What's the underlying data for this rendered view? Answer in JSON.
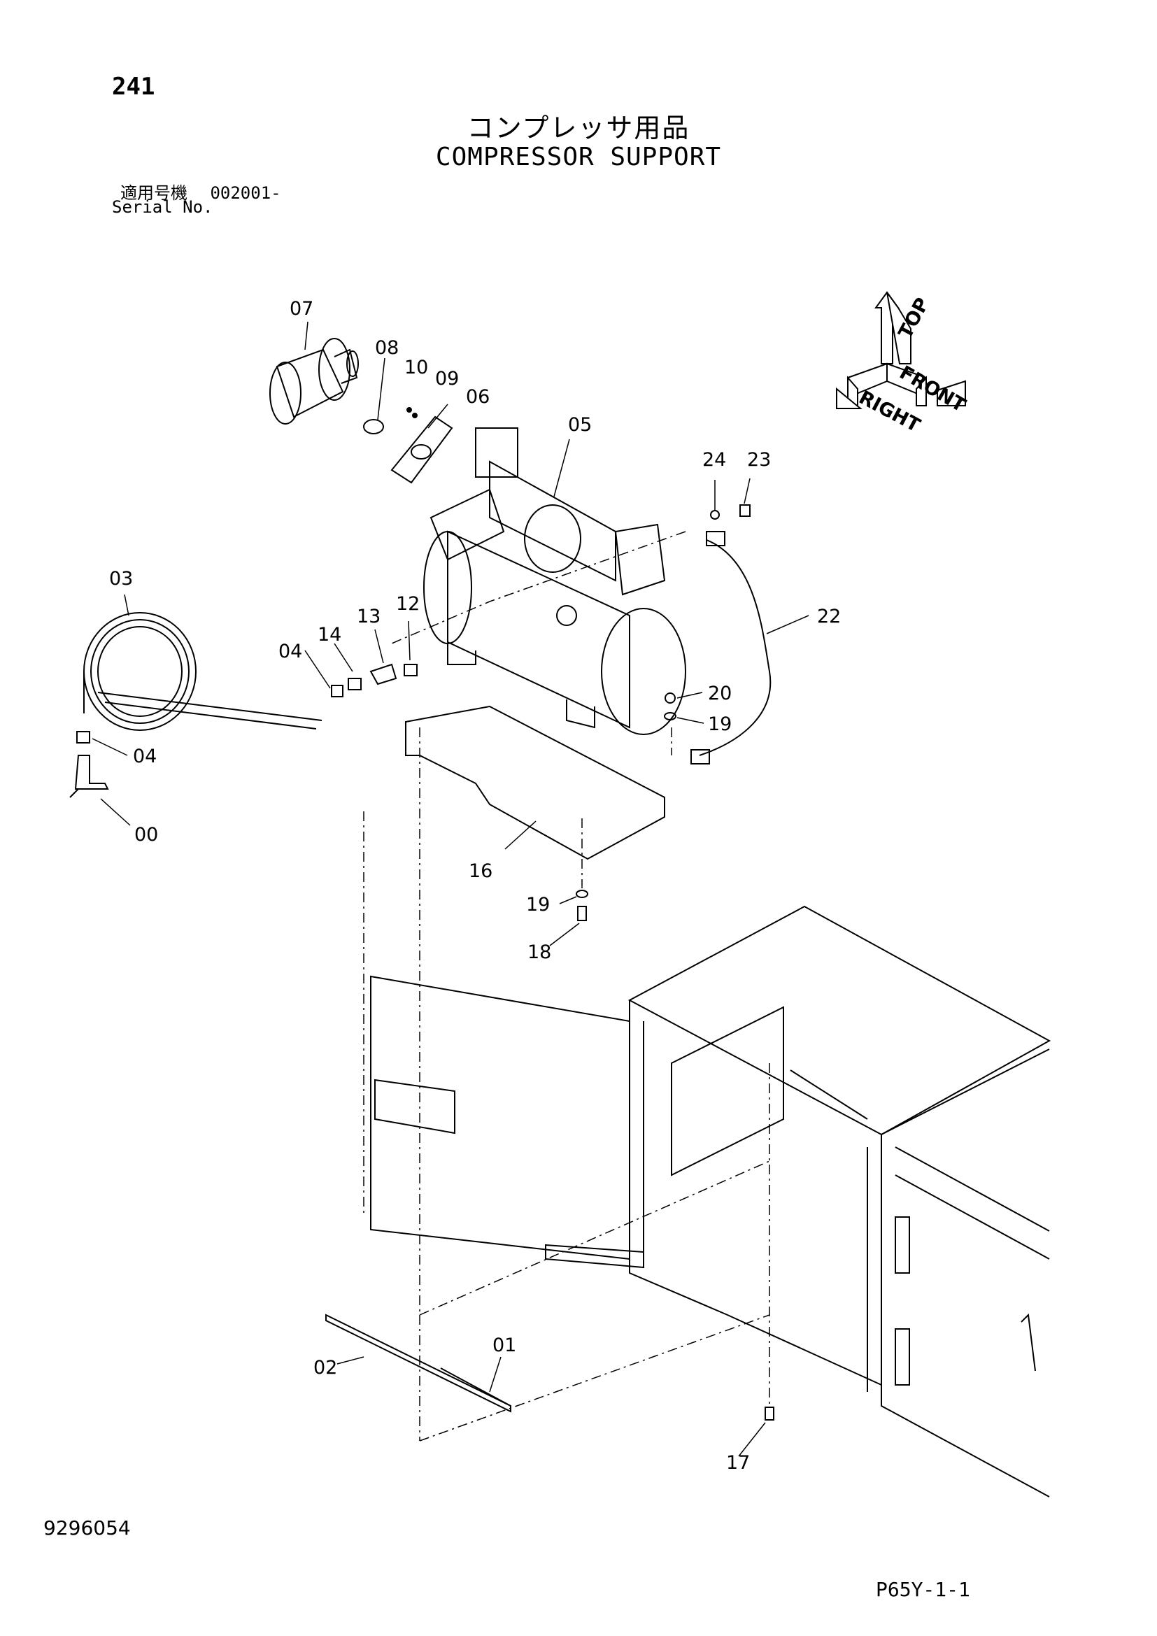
{
  "header": {
    "page_number": "241",
    "title_jp": "コンプレッサ用品",
    "title_en": "COMPRESSOR SUPPORT",
    "serial_label_jp": "適用号機",
    "serial_value": "002001-",
    "serial_label_en": "Serial No."
  },
  "orientation": {
    "top": "TOP",
    "right": "RIGHT",
    "front": "FRONT"
  },
  "callouts": {
    "p07": "07",
    "p08": "08",
    "p10": "10",
    "p09": "09",
    "p06": "06",
    "p05": "05",
    "p24": "24",
    "p23": "23",
    "p03": "03",
    "p22": "22",
    "p14": "14",
    "p13": "13",
    "p12": "12",
    "p04a": "04",
    "p04b": "04",
    "p00": "00",
    "p20": "20",
    "p19a": "19",
    "p16": "16",
    "p19b": "19",
    "p18": "18",
    "p02": "02",
    "p01": "01",
    "p17": "17"
  },
  "footer": {
    "doc_id": "9296054",
    "page_code": "P65Y-1-1"
  }
}
